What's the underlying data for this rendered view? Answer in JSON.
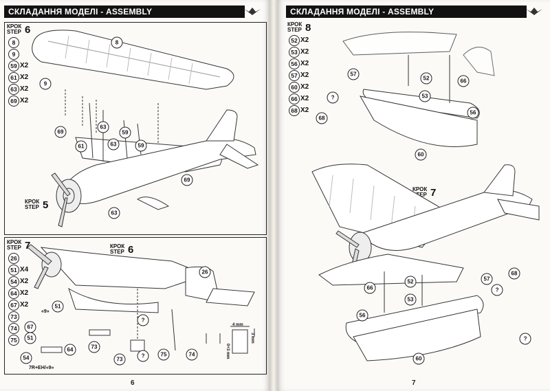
{
  "header_title": "СКЛАДАННЯ МОДЕЛІ - ASSEMBLY",
  "step_word_ua": "КРОК",
  "step_word_en": "STEP",
  "page_left": {
    "page_number": "6",
    "step6": {
      "number": "6",
      "parts": [
        {
          "id": "8",
          "qty": ""
        },
        {
          "id": "9",
          "qty": ""
        },
        {
          "id": "59",
          "qty": "X2"
        },
        {
          "id": "61",
          "qty": "X2"
        },
        {
          "id": "63",
          "qty": "X2"
        },
        {
          "id": "69",
          "qty": "X2"
        }
      ]
    },
    "sub_step5": "5",
    "step7": {
      "number": "7",
      "parts": [
        {
          "id": "26",
          "qty": ""
        },
        {
          "id": "51",
          "qty": "X4"
        },
        {
          "id": "54",
          "qty": "X2"
        },
        {
          "id": "64",
          "qty": "X2"
        },
        {
          "id": "67",
          "qty": "X2"
        },
        {
          "id": "73",
          "qty": ""
        },
        {
          "id": "74",
          "qty": ""
        },
        {
          "id": "75",
          "qty": ""
        }
      ]
    },
    "sub_step6": "6",
    "callouts_step6": [
      "8",
      "9",
      "69",
      "63",
      "59",
      "61",
      "63",
      "59",
      "69",
      "63"
    ],
    "callouts_step7": [
      "26",
      "51",
      "67",
      "51",
      "73",
      "54",
      "64",
      "73",
      "75",
      "74",
      "?",
      "?"
    ],
    "note_marking": "«9»",
    "note_paint": "7R+EH/«9»",
    "dim_width": "4 mm",
    "dim_height": "3 mm",
    "dim_gap": "0+3 mm"
  },
  "page_right": {
    "page_number": "7",
    "step8": {
      "number": "8",
      "parts": [
        {
          "id": "52",
          "qty": "X2"
        },
        {
          "id": "53",
          "qty": "X2"
        },
        {
          "id": "56",
          "qty": "X2"
        },
        {
          "id": "57",
          "qty": "X2"
        },
        {
          "id": "60",
          "qty": "X2"
        },
        {
          "id": "66",
          "qty": "X2"
        },
        {
          "id": "68",
          "qty": "X2"
        }
      ]
    },
    "sub_step7": "7",
    "callouts_step8_top": [
      "57",
      "52",
      "66",
      "53",
      "68",
      "56",
      "60",
      "?"
    ],
    "callouts_step8_bottom": [
      "66",
      "52",
      "57",
      "53",
      "68",
      "56",
      "60",
      "?",
      "?"
    ]
  }
}
